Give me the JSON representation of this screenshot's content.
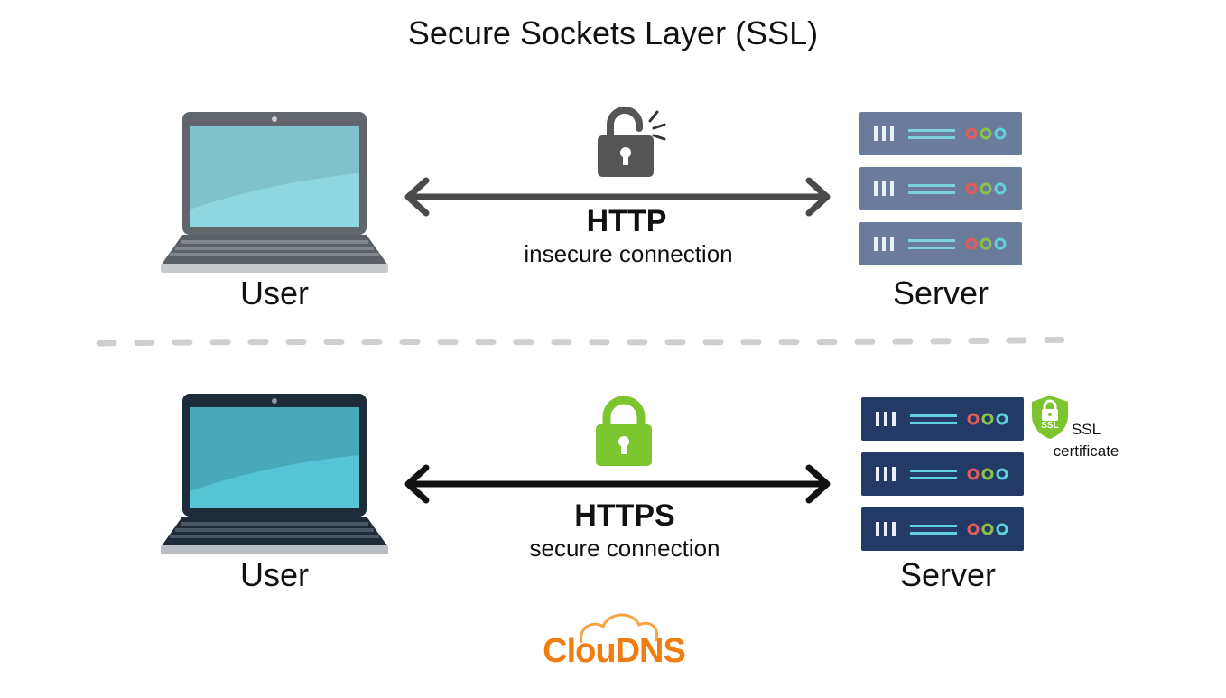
{
  "title": "Secure Sockets Layer (SSL)",
  "insecure": {
    "user_label": "User",
    "server_label": "Server",
    "protocol": "HTTP",
    "description": "insecure connection",
    "lock_state": "unlocked",
    "lock_icon": "unlocked-padlock-icon",
    "colors": {
      "arrow": "#4a4a4a",
      "lock": "#555555",
      "laptop_frame": "#60666c",
      "laptop_screen": "#8ed6e0",
      "server": "#6a7b9b"
    }
  },
  "secure": {
    "user_label": "User",
    "server_label": "Server",
    "protocol": "HTTPS",
    "description": "secure connection",
    "lock_state": "locked",
    "lock_icon": "locked-padlock-icon",
    "badge_text": "SSL",
    "certificate_line1": "SSL",
    "certificate_line2": "certificate",
    "colors": {
      "arrow": "#111111",
      "lock": "#7cc52e",
      "laptop_frame": "#1e2b38",
      "laptop_screen": "#55c4d4",
      "server": "#233a66"
    }
  },
  "logo": {
    "text": "ClouDNS",
    "color": "#f07d12"
  }
}
